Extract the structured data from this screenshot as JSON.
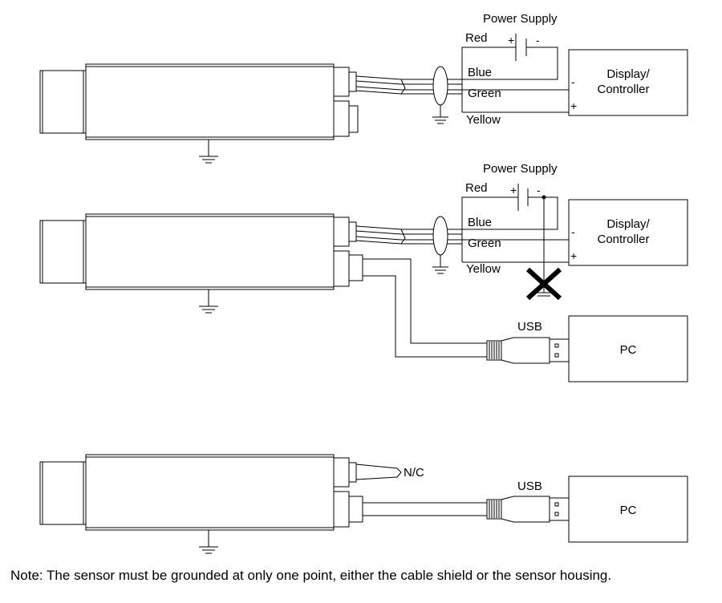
{
  "diagram1": {
    "power_supply": "Power Supply",
    "wires": [
      "Red",
      "Blue",
      "Green",
      "Yellow"
    ],
    "plus": "+",
    "minus": "-",
    "controller": "Display/ Controller",
    "controller_lines": [
      "Display/",
      "Controller"
    ]
  },
  "diagram2": {
    "power_supply": "Power Supply",
    "wires": [
      "Red",
      "Blue",
      "Green",
      "Yellow"
    ],
    "plus": "+",
    "minus": "-",
    "controller_lines": [
      "Display/",
      "Controller"
    ],
    "usb": "USB",
    "pc": "PC"
  },
  "diagram3": {
    "nc": "N/C",
    "usb": "USB",
    "pc": "PC"
  },
  "note": "Note: The sensor must be grounded at only one point, either the cable shield or the sensor housing."
}
